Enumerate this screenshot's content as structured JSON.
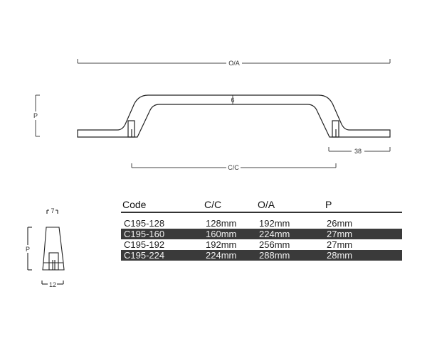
{
  "diagram": {
    "dimensions": {
      "overall_label": "O/A",
      "center_label": "C/C",
      "projection_label": "P",
      "thickness_label": "6",
      "foot_length_label": "38",
      "profile_top_width_label": "7",
      "profile_bottom_width_label": "12",
      "profile_height_label": "P"
    }
  },
  "table": {
    "headers": [
      "Code",
      "C/C",
      "O/A",
      "P"
    ],
    "rows": [
      {
        "code": "C195-128",
        "cc": "128mm",
        "oa": "192mm",
        "p": "26mm",
        "dark": false
      },
      {
        "code": "C195-160",
        "cc": "160mm",
        "oa": "224mm",
        "p": "27mm",
        "dark": true
      },
      {
        "code": "C195-192",
        "cc": "192mm",
        "oa": "256mm",
        "p": "27mm",
        "dark": false
      },
      {
        "code": "C195-224",
        "cc": "224mm",
        "oa": "288mm",
        "p": "28mm",
        "dark": true
      }
    ]
  }
}
